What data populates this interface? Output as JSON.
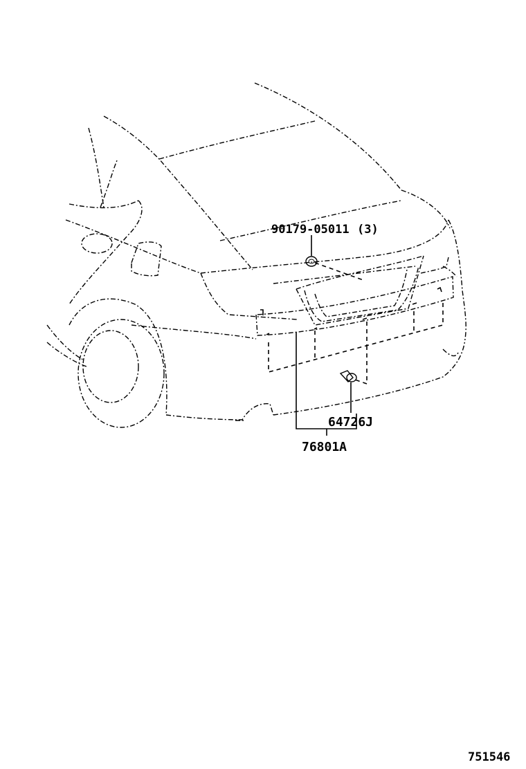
{
  "diagram": {
    "labels": {
      "screw": "90179-05011",
      "screw_qty": "(3)",
      "clip": "64726J",
      "garnish": "76801A",
      "illustration_id": "751546"
    }
  }
}
